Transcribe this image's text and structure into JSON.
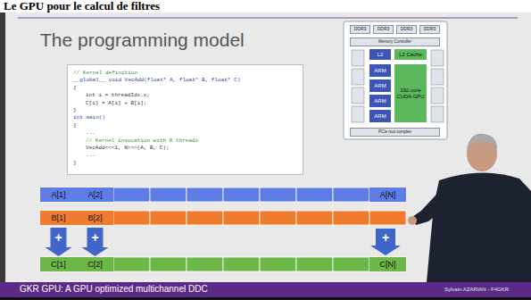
{
  "diagram": {
    "title": "Le GPU pour le calcul de filtres",
    "nodes": [
      {
        "text": [
          "// Kernel definition",
          "__global__ void VecAdd(float* A, float* B, float* C)",
          "{",
          "int i = threadIdx.x;",
          "C[i] = A[i] + B[i];",
          "}",
          "int main()",
          "{",
          "...",
          "// Kernel invocation with N threads",
          "VecAdd<<<1, N>>>(A, B, C);",
          "...",
          "}"
        ]
      },
      {
        "text": [
          "DDR3"
        ]
      },
      {
        "text": [
          "DDR3"
        ]
      },
      {
        "text": [
          "DDR3"
        ]
      },
      {
        "text": [
          "DDR3"
        ]
      },
      {
        "text": [
          "Memory Controller"
        ]
      },
      {
        "text": [
          "L2"
        ]
      },
      {
        "text": [
          "L2 Cache"
        ]
      },
      {
        "text": [
          "ARM"
        ]
      },
      {
        "text": [
          "ARM"
        ]
      },
      {
        "text": [
          "ARM"
        ]
      },
      {
        "text": [
          "ARM"
        ]
      },
      {
        "text": [
          "192-core CUDA GPU"
        ]
      },
      {
        "text": [
          "PCIe root complex"
        ]
      },
      {
        "text": [
          "A[1]"
        ]
      },
      {
        "text": [
          "A[2]"
        ]
      },
      {
        "text": [
          "A[N]"
        ]
      },
      {
        "text": [
          "B[1]"
        ]
      },
      {
        "text": [
          "B[2]"
        ]
      },
      {
        "text": [
          "C[1]"
        ]
      },
      {
        "text": [
          "C[2]"
        ]
      },
      {
        "text": [
          "C[N]"
        ]
      }
    ],
    "edges": [
      {
        "from": 17,
        "to": 19,
        "label": "+",
        "arrow": "to"
      },
      {
        "from": 18,
        "to": 20,
        "label": "+",
        "arrow": "to"
      }
    ],
    "labels": [
      "The programming model",
      "+",
      "GKR GPU: A GPU optimized multichannel DDC",
      "Sylvain AZARIAN - F4GKR"
    ]
  }
}
